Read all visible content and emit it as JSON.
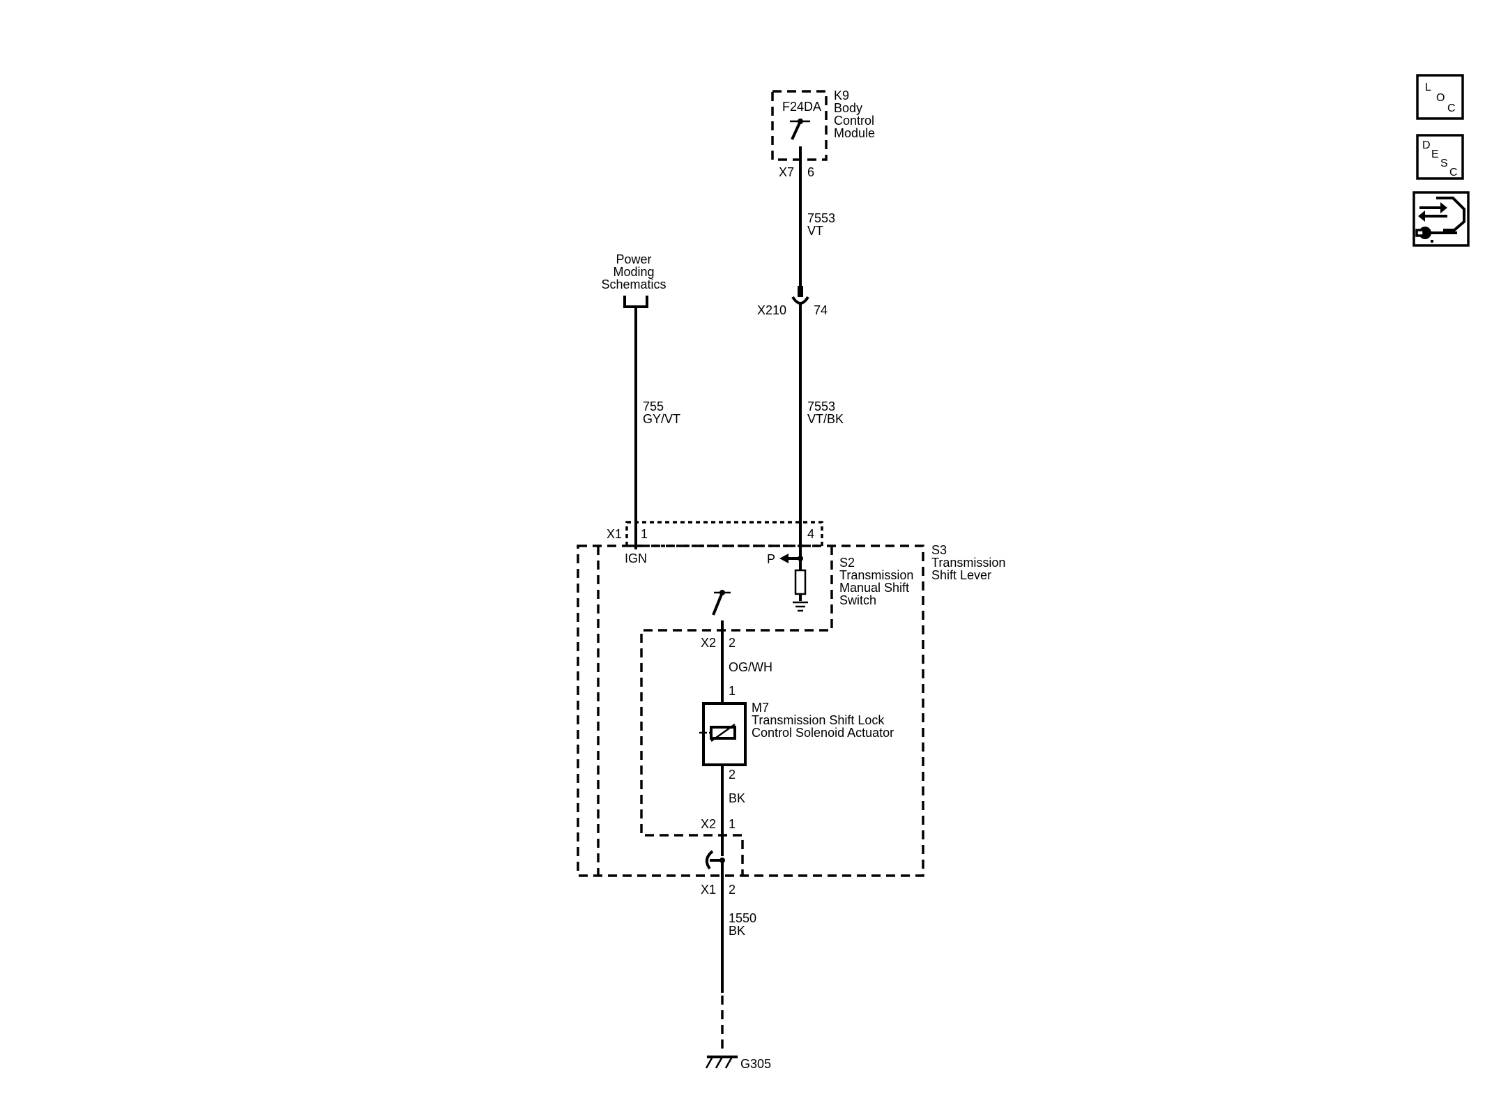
{
  "components": {
    "k9": {
      "ref": "K9",
      "name_lines": [
        "Body",
        "Control",
        "Module"
      ],
      "fuse": "F24DA",
      "connector": "X7",
      "pin": "6"
    },
    "power_moding": {
      "lines": [
        "Power",
        "Moding",
        "Schematics"
      ]
    },
    "wire_7553_vt": {
      "circuit": "7553",
      "color": "VT"
    },
    "x210": {
      "connector": "X210",
      "pin": "74"
    },
    "wire_7553_vtbk": {
      "circuit": "7553",
      "color": "VT/BK"
    },
    "wire_755": {
      "circuit": "755",
      "color": "GY/VT"
    },
    "x1_top": {
      "connector": "X1",
      "pin_left": "1",
      "pin_right": "4"
    },
    "ign_label": "IGN",
    "p_label": "P",
    "s2": {
      "ref": "S2",
      "name_lines": [
        "Transmission",
        "Manual Shift",
        "Switch"
      ]
    },
    "s3": {
      "ref": "S3",
      "name_lines": [
        "Transmission",
        "Shift Lever"
      ]
    },
    "x2_top": {
      "connector": "X2",
      "pin": "2"
    },
    "wire_ogwh": {
      "color": "OG/WH"
    },
    "m7": {
      "pin_top": "1",
      "pin_bottom": "2",
      "ref": "M7",
      "name_lines": [
        "Transmission Shift Lock",
        "Control Solenoid Actuator"
      ]
    },
    "wire_bk": {
      "color": "BK"
    },
    "x2_bottom": {
      "connector": "X2",
      "pin": "1"
    },
    "x1_bottom": {
      "connector": "X1",
      "pin": "2"
    },
    "wire_1550": {
      "circuit": "1550",
      "color": "BK"
    },
    "ground": {
      "ref": "G305"
    }
  },
  "side_buttons": {
    "loc": {
      "letters": [
        "L",
        "O",
        "C"
      ]
    },
    "desc": {
      "letters": [
        "D",
        "E",
        "S",
        "C"
      ]
    },
    "connector_icon": "connector-wrench-icon"
  }
}
